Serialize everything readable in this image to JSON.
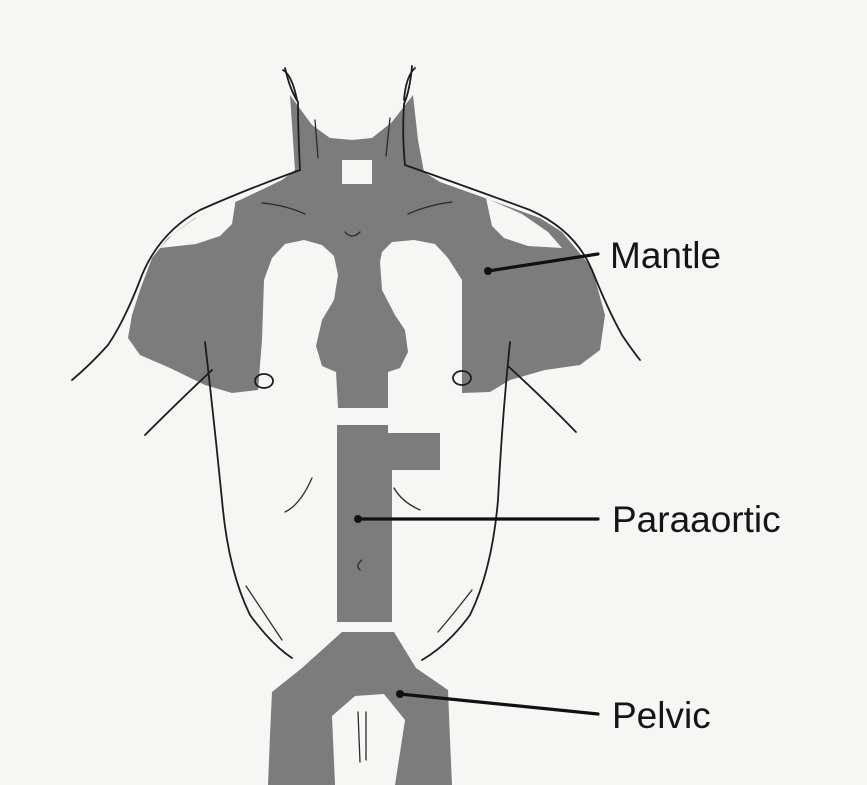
{
  "labels": {
    "mantle": "Mantle",
    "paraaortic": "Paraaortic",
    "pelvic": "Pelvic"
  },
  "colors": {
    "field_fill": "#7c7c7c",
    "outline": "#1d1d1d",
    "background": "#f6f6f4"
  }
}
